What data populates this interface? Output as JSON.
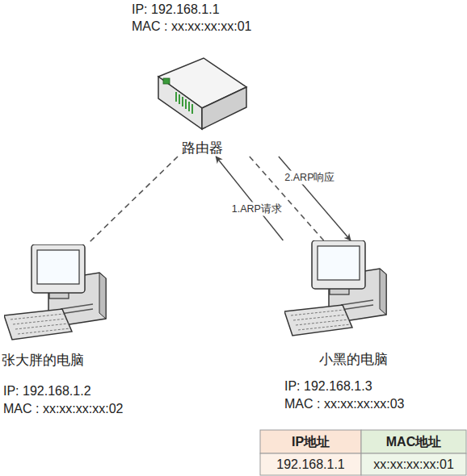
{
  "diagram": {
    "nodes": [
      {
        "text": [
          "IP: 192.168.1.1",
          "MAC : xx:xx:xx:xx:01",
          "路由器"
        ]
      },
      {
        "text": [
          "张大胖的电脑",
          "IP: 192.168.1.2",
          "MAC : xx:xx:xx:xx:02"
        ]
      },
      {
        "text": [
          "小黑的电脑",
          "IP: 192.168.1.3",
          "MAC : xx:xx:xx:xx:03"
        ]
      }
    ],
    "edges": [
      {
        "from": 0,
        "to": 1,
        "arrow": "none"
      },
      {
        "from": 0,
        "to": 2,
        "arrow": "none"
      },
      {
        "from": 2,
        "to": 0,
        "arrow": "to",
        "label": "1.ARP请求"
      },
      {
        "from": 0,
        "to": 2,
        "arrow": "to",
        "label": "2.ARP响应"
      }
    ],
    "labels": [
      "IP地址",
      "MAC地址",
      "192.168.1.1",
      "xx:xx:xx:xx:01"
    ]
  }
}
